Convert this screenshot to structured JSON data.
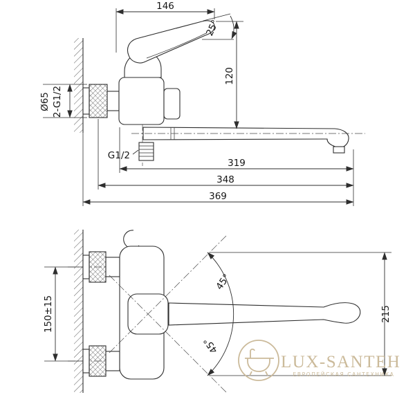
{
  "top_view": {
    "dim_handle_length": "146",
    "handle_angle": "25°",
    "dim_height": "120",
    "dim_flange": "Ø65",
    "thread_connections": "2-G1/2",
    "thread_outlet": "G1/2",
    "dim_spout_reach": "319",
    "dim_reach_mid": "348",
    "dim_overall_length": "369"
  },
  "front_view": {
    "dim_mount_centers": "150±15",
    "swing_angle_upper": "45°",
    "swing_angle_lower": "45°",
    "dim_swing_height": "215"
  },
  "watermark": {
    "brand": "LUX-SANTEH",
    "tagline": "ЕВРОПЕЙСКАЯ САНТЕХНИКА",
    "color": "#c9b795"
  }
}
